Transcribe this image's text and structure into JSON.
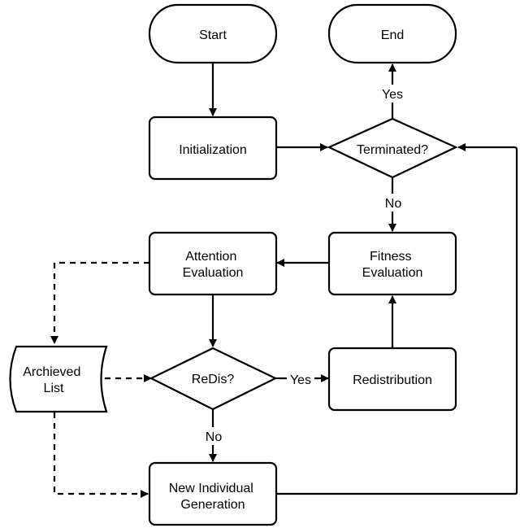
{
  "nodes": {
    "start": "Start",
    "end": "End",
    "initialization": "Initialization",
    "terminated": "Terminated?",
    "attention_evaluation": [
      "Attention",
      "Evaluation"
    ],
    "fitness_evaluation": [
      "Fitness",
      "Evaluation"
    ],
    "archieved_list": [
      "Archieved",
      "List"
    ],
    "redis": "ReDis?",
    "redistribution": "Redistribution",
    "new_individual_generation": [
      "New Individual",
      "Generation"
    ]
  },
  "edge_labels": {
    "terminated_yes": "Yes",
    "terminated_no": "No",
    "redis_yes": "Yes",
    "redis_no": "No"
  },
  "colors": {
    "stroke": "#000000",
    "fill": "#ffffff"
  }
}
